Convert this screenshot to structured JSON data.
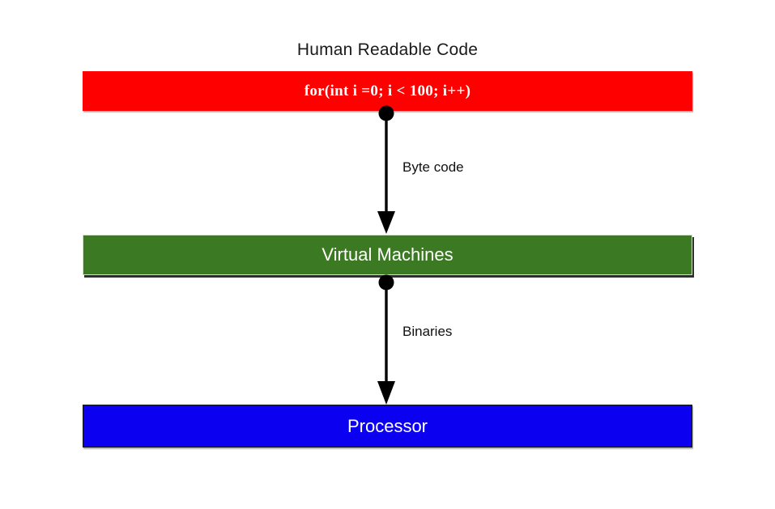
{
  "diagram": {
    "title": "Human Readable Code",
    "type": "flow",
    "background_color": "#FFFFFF",
    "nodes": [
      {
        "id": "human-readable-code",
        "label": "for(int i =0; i < 100; i++)",
        "color": "#FE0000",
        "text_color": "#FFFFFF"
      },
      {
        "id": "virtual-machines",
        "label": "Virtual Machines",
        "color": "#3B7A22",
        "text_color": "#FFFFFF"
      },
      {
        "id": "processor",
        "label": "Processor",
        "color": "#0B00F0",
        "text_color": "#FFFFFF"
      }
    ],
    "edges": [
      {
        "id": "code-to-vm",
        "label": "Byte code",
        "from": "human-readable-code",
        "to": "virtual-machines",
        "color": "#000000"
      },
      {
        "id": "vm-to-processor",
        "label": "Binaries",
        "from": "virtual-machines",
        "to": "processor",
        "color": "#000000"
      }
    ]
  }
}
